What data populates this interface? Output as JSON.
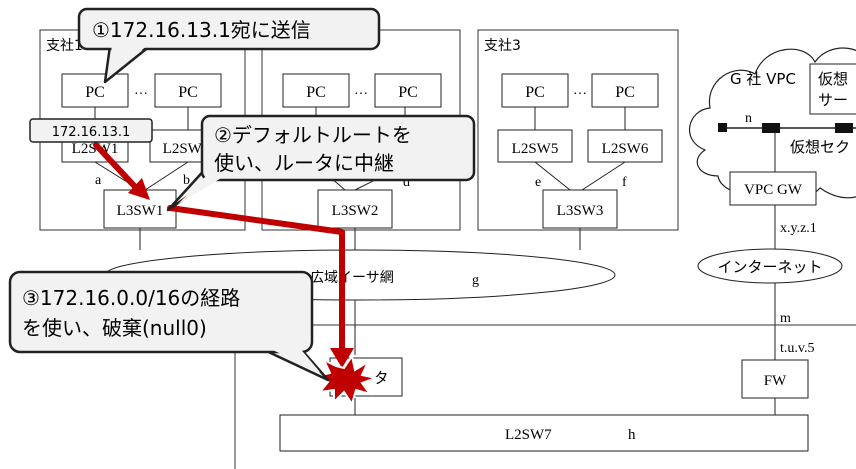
{
  "callouts": {
    "step1": "①172.16.13.1宛に送信",
    "step2_line1": "②デフォルトルートを",
    "step2_line2": "使い、ルータに中継",
    "step3_line1": "③172.16.0.0/16の経路",
    "step3_line2": "を使い、破棄(null0)"
  },
  "branches": {
    "branch1_label": "支社1",
    "branch3_label": "支社3"
  },
  "devices": {
    "pc": "PC",
    "ellipsis": "…",
    "l2sw1": "L2SW1",
    "l2sw2": "L2SW2",
    "l2sw5": "L2SW5",
    "l2sw6": "L2SW6",
    "l3sw1": "L3SW1",
    "l3sw2": "L3SW2",
    "l3sw3": "L3SW3",
    "router": "ルータ",
    "fw": "FW",
    "l2sw7": "L2SW7",
    "vpcgw": "VPC GW",
    "internet": "インターネット",
    "wan": "広域イーサ網",
    "vpc_title": "G 社 VPC",
    "vpc_kasou1": "仮想",
    "vpc_kasou2": "サー",
    "vpc_section": "仮想セク"
  },
  "ip_tag": "172.16.13.1",
  "link_labels": {
    "a": "a",
    "b": "b",
    "e": "e",
    "f": "f",
    "d": "d",
    "g": "g",
    "h": "h",
    "n": "n",
    "m": "m",
    "xyz1": "x.y.z.1",
    "tuv5": "t.u.v.5"
  },
  "colors": {
    "accent": "#c00000",
    "callout_fill": "#f2f2f2"
  }
}
